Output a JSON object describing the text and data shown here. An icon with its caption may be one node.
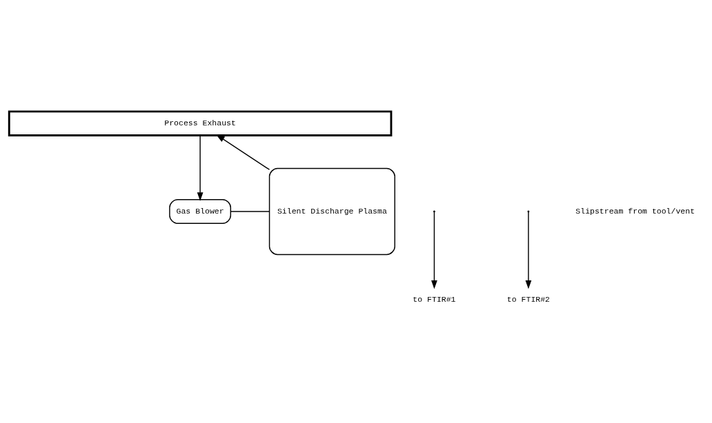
{
  "diagram": {
    "nodes": [
      {
        "text": [
          "Process Exhaust"
        ]
      },
      {
        "text": [
          "Gas Blower"
        ]
      },
      {
        "text": [
          "Silent Discharge Plasma"
        ]
      },
      {
        "text": [
          "to FTIR#1"
        ]
      },
      {
        "text": [
          "to FTIR#2"
        ]
      }
    ],
    "edges": [
      {
        "from": 0,
        "to": 1,
        "arrow": "to"
      },
      {
        "from": 1,
        "to": 2,
        "arrow": "none"
      },
      {
        "from": 2,
        "to": 0,
        "arrow": "to"
      },
      {
        "from": null,
        "to": 3,
        "arrow": "to"
      },
      {
        "from": null,
        "to": 4,
        "arrow": "to"
      }
    ],
    "labels": [
      "Slipstream from tool/vent"
    ]
  }
}
